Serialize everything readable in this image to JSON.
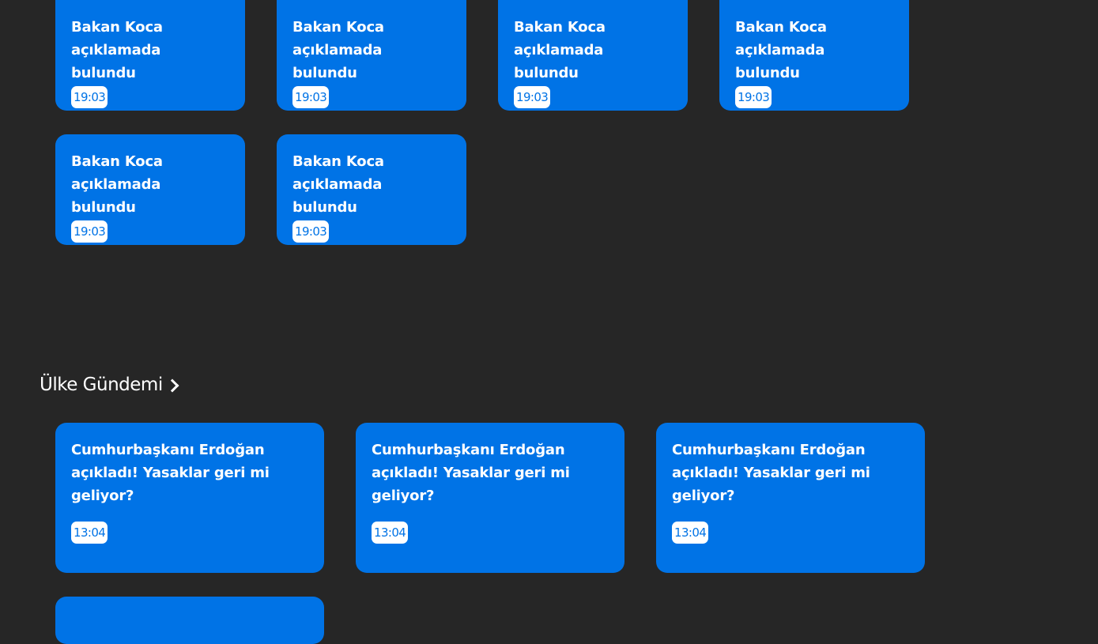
{
  "top_cards": [
    {
      "title": "Bakan Koca açıklamada bulundu",
      "time": "19:03"
    },
    {
      "title": "Bakan Koca açıklamada bulundu",
      "time": "19:03"
    },
    {
      "title": "Bakan Koca açıklamada bulundu",
      "time": "19:03"
    },
    {
      "title": "Bakan Koca açıklamada bulundu",
      "time": "19:03"
    },
    {
      "title": "Bakan Koca açıklamada bulundu",
      "time": "19:03"
    },
    {
      "title": "Bakan Koca açıklamada bulundu",
      "time": "19:03"
    }
  ],
  "section": {
    "title": "Ülke Gündemi",
    "icon": "chevron-right-icon"
  },
  "section_cards": [
    {
      "title": "Cumhurbaşkanı Erdoğan açıkladı! Yasaklar geri mi geliyor?",
      "time": "13:04"
    },
    {
      "title": "Cumhurbaşkanı Erdoğan açıkladı! Yasaklar geri mi geliyor?",
      "time": "13:04"
    },
    {
      "title": "Cumhurbaşkanı Erdoğan açıkladı! Yasaklar geri mi geliyor?",
      "time": "13:04"
    }
  ],
  "colors": {
    "background": "#262626",
    "card": "#0073e6",
    "badge_bg": "#ffffff",
    "badge_text": "#0073e6"
  }
}
